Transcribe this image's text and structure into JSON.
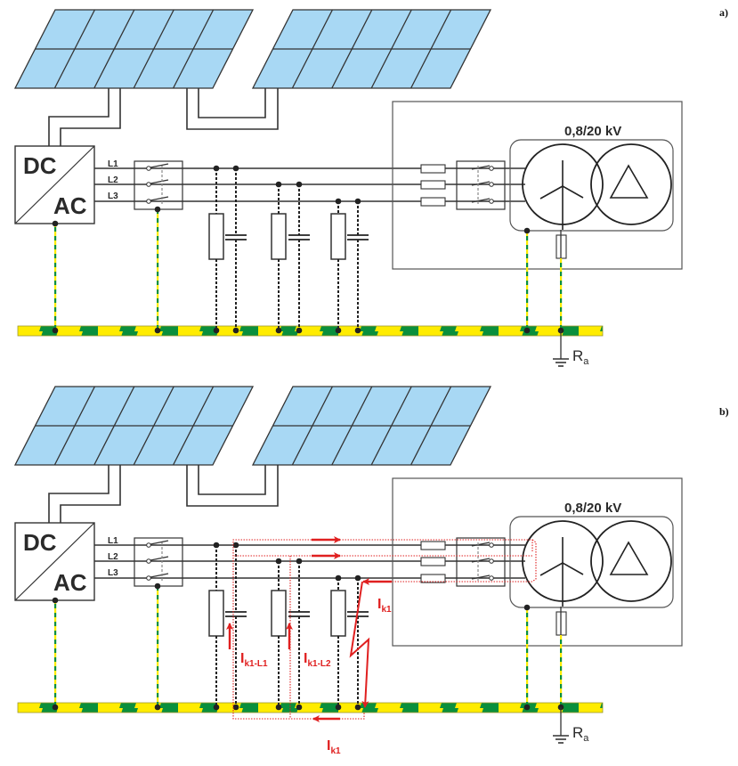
{
  "figure": {
    "panels": [
      {
        "id": "a",
        "label": "a)",
        "converter": {
          "top": "DC",
          "bottom": "AC"
        },
        "lines": [
          "L1",
          "L2",
          "L3"
        ],
        "transformer": {
          "rating": "0,8/20 kV"
        },
        "earth": {
          "resistor": "R",
          "resistor_sub": "a"
        }
      },
      {
        "id": "b",
        "label": "b)",
        "converter": {
          "top": "DC",
          "bottom": "AC"
        },
        "lines": [
          "L1",
          "L2",
          "L3"
        ],
        "transformer": {
          "rating": "0,8/20 kV"
        },
        "earth": {
          "resistor": "R",
          "resistor_sub": "a"
        },
        "fault_currents": [
          {
            "main": "I",
            "sub": "k1-L1"
          },
          {
            "main": "I",
            "sub": "k1-L2"
          },
          {
            "main": "I",
            "sub": "k1"
          },
          {
            "main": "I",
            "sub": "k1"
          }
        ]
      }
    ],
    "colors": {
      "panel_fill": "#a8d8f4",
      "line": "#333333",
      "pe_green": "#0a8f3c",
      "pe_yellow": "#ffec00",
      "fault_red": "#e02020"
    }
  }
}
